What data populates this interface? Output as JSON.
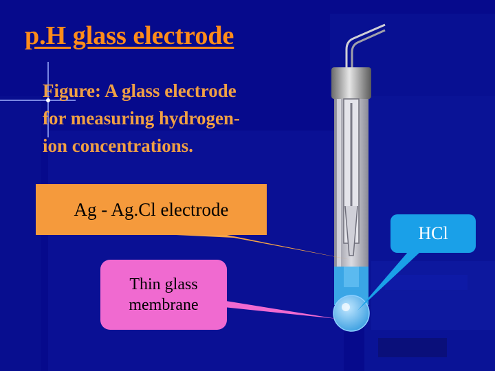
{
  "slide": {
    "title": "p.H glass electrode",
    "caption_lines": [
      "Figure: A glass electrode",
      "for measuring hydrogen-",
      "ion concentrations."
    ]
  },
  "callouts": {
    "ag_agcl": "Ag - Ag.Cl electrode",
    "thin_glass": [
      "Thin glass",
      "membrane"
    ],
    "hcl": "HCl"
  },
  "colors": {
    "background": "#060a8c",
    "title": "#ff8c1a",
    "caption": "#f0a044",
    "ag_callout": "#f59a3c",
    "membrane_callout": "#f06ad0",
    "hcl_callout": "#1aa0e8",
    "solution": "#3aa6e6"
  }
}
